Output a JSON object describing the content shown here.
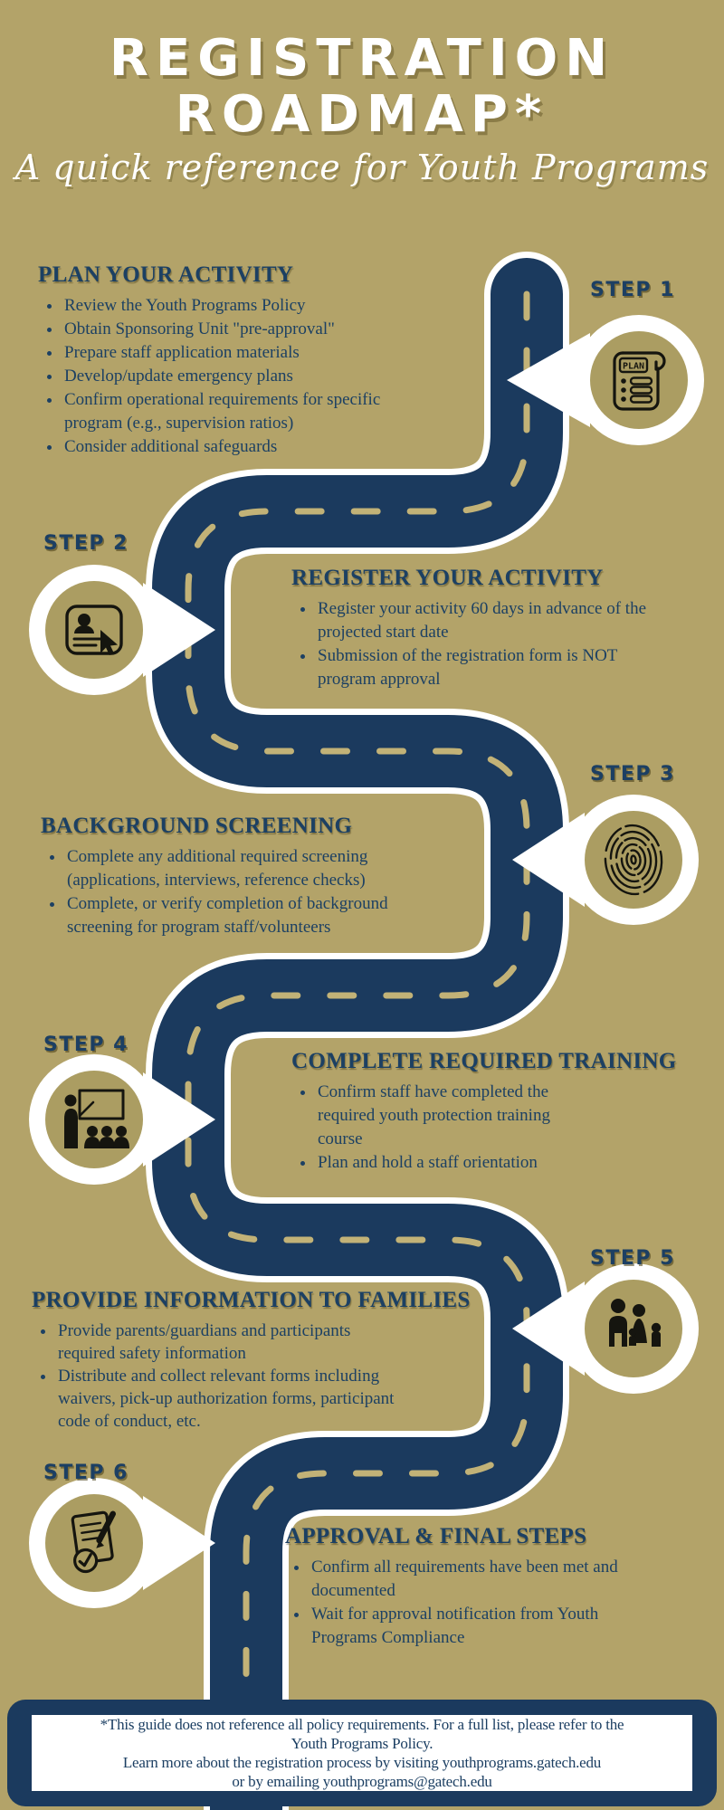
{
  "poster": {
    "title_line1": "REGISTRATION",
    "title_line2": "ROADMAP*",
    "subtitle": "A quick reference for Youth Programs"
  },
  "colors": {
    "background": "#b3a369",
    "road_navy": "#1b3a5e",
    "road_casing": "#ffffff",
    "road_dash": "#c2b277",
    "text_navy": "#1c4063",
    "pin_white": "#ffffff",
    "pin_inner_gold": "#ab9d62",
    "icon_black": "#15150f"
  },
  "steps": [
    {
      "label": "STEP 1",
      "heading": "PLAN YOUR ACTIVITY",
      "icon": "plan-scroll",
      "icon_label": "PLAN",
      "bullets": [
        "Review the Youth Programs Policy",
        "Obtain Sponsoring Unit \"pre-approval\"",
        "Prepare staff application materials",
        "Develop/update emergency plans",
        "Confirm operational requirements for specific program (e.g., supervision ratios)",
        "Consider additional safeguards"
      ]
    },
    {
      "label": "STEP 2",
      "heading": "REGISTER YOUR ACTIVITY",
      "icon": "registration-form",
      "bullets": [
        "Register your activity 60 days in advance of the projected start date",
        "Submission of the registration form is NOT program approval"
      ]
    },
    {
      "label": "STEP 3",
      "heading": "BACKGROUND SCREENING",
      "icon": "fingerprint",
      "bullets": [
        "Complete any additional required screening (applications, interviews, reference checks)",
        "Complete, or verify completion of background screening for program staff/volunteers"
      ]
    },
    {
      "label": "STEP 4",
      "heading": "COMPLETE REQUIRED TRAINING",
      "icon": "training-presentation",
      "bullets": [
        "Confirm staff have completed the required youth protection training course",
        "Plan and hold a staff orientation"
      ]
    },
    {
      "label": "STEP 5",
      "heading": "PROVIDE INFORMATION TO FAMILIES",
      "icon": "family",
      "bullets": [
        "Provide parents/guardians and participants required safety information",
        "Distribute and collect relevant forms including waivers, pick-up authorization forms, participant code  of conduct, etc."
      ]
    },
    {
      "label": "STEP 6",
      "heading": "APPROVAL & FINAL STEPS",
      "icon": "approval-document",
      "bullets": [
        "Confirm all requirements have been met and documented",
        "Wait for approval notification from Youth Programs Compliance"
      ]
    }
  ],
  "footer": {
    "line1": "*This guide does not reference all policy requirements. For a full list, please refer to the",
    "line2": "Youth Programs Policy.",
    "line3": "Learn more about the registration process by visiting youthprograms.gatech.edu",
    "line4": "or by emailing youthprograms@gatech.edu"
  }
}
